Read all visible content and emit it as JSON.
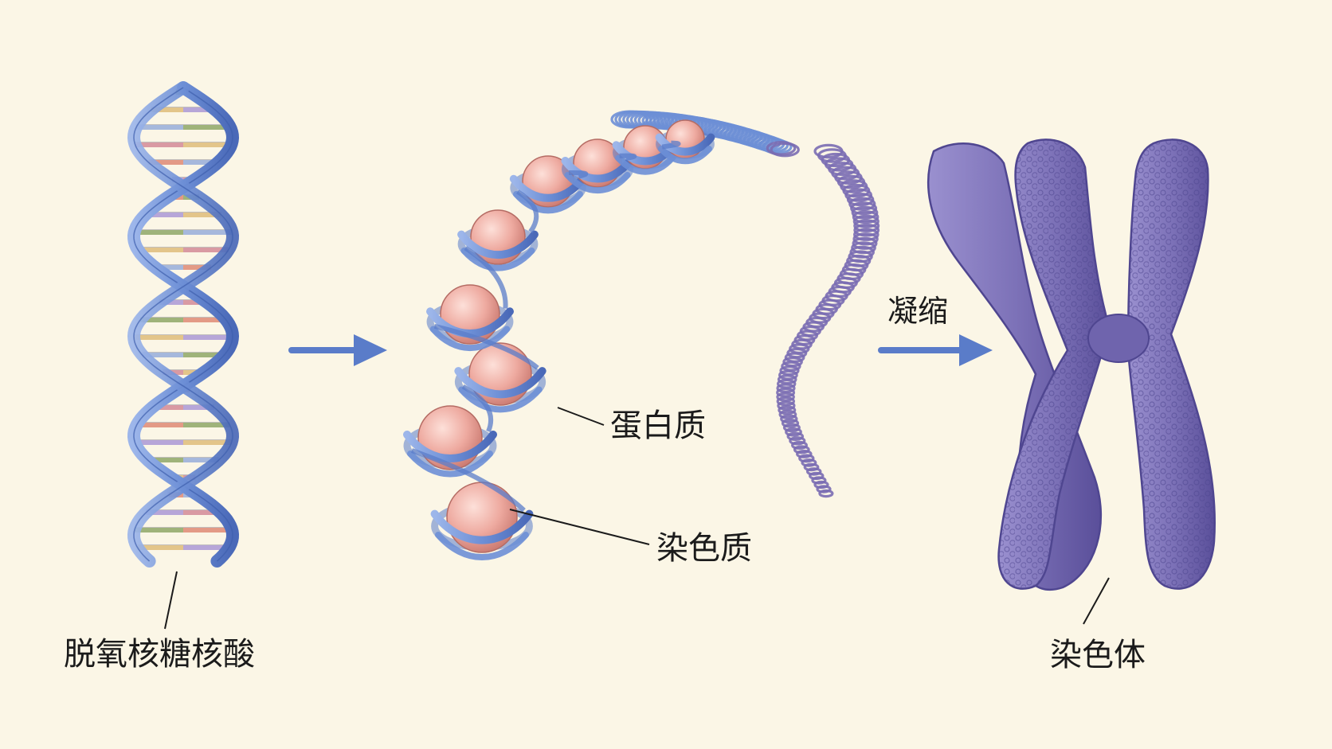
{
  "labels": {
    "dna": "脱氧核糖核酸",
    "protein": "蛋白质",
    "chromatin": "染色质",
    "condense": "凝缩",
    "chromosome": "染色体"
  },
  "colors": {
    "background": "#fbf6e6",
    "dna_ribbon": "#6d8fd6",
    "dna_ribbon_dark": "#3f5fae",
    "histone": "#eeaaa0",
    "histone_dark": "#c9786f",
    "fiber": "#7a6db3",
    "chromosome": "#7d72b8",
    "chromosome_dark": "#4f4690",
    "arrow": "#5a7cc9",
    "text": "#1b1b1b"
  },
  "icons": {
    "arrow_1": "arrow-right-icon",
    "arrow_2": "arrow-right-icon"
  }
}
